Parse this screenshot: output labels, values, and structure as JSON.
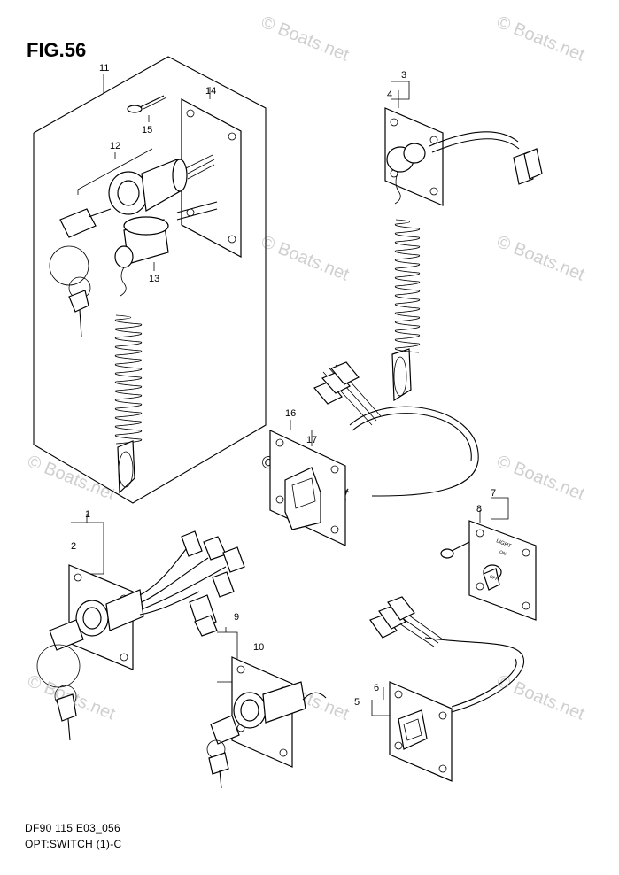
{
  "figure": {
    "title": "FIG.56",
    "code": "DF90 115 E03_056",
    "caption": "OPT:SWITCH (1)-C"
  },
  "watermark": {
    "text": "© Boats.net"
  },
  "plate_labels": {
    "light": "LIGHT",
    "on": "ON",
    "off": "OFF"
  },
  "callouts": [
    "1",
    "2",
    "3",
    "4",
    "5",
    "6",
    "7",
    "8",
    "9",
    "10",
    "11",
    "12",
    "13",
    "14",
    "15",
    "16",
    "17"
  ]
}
